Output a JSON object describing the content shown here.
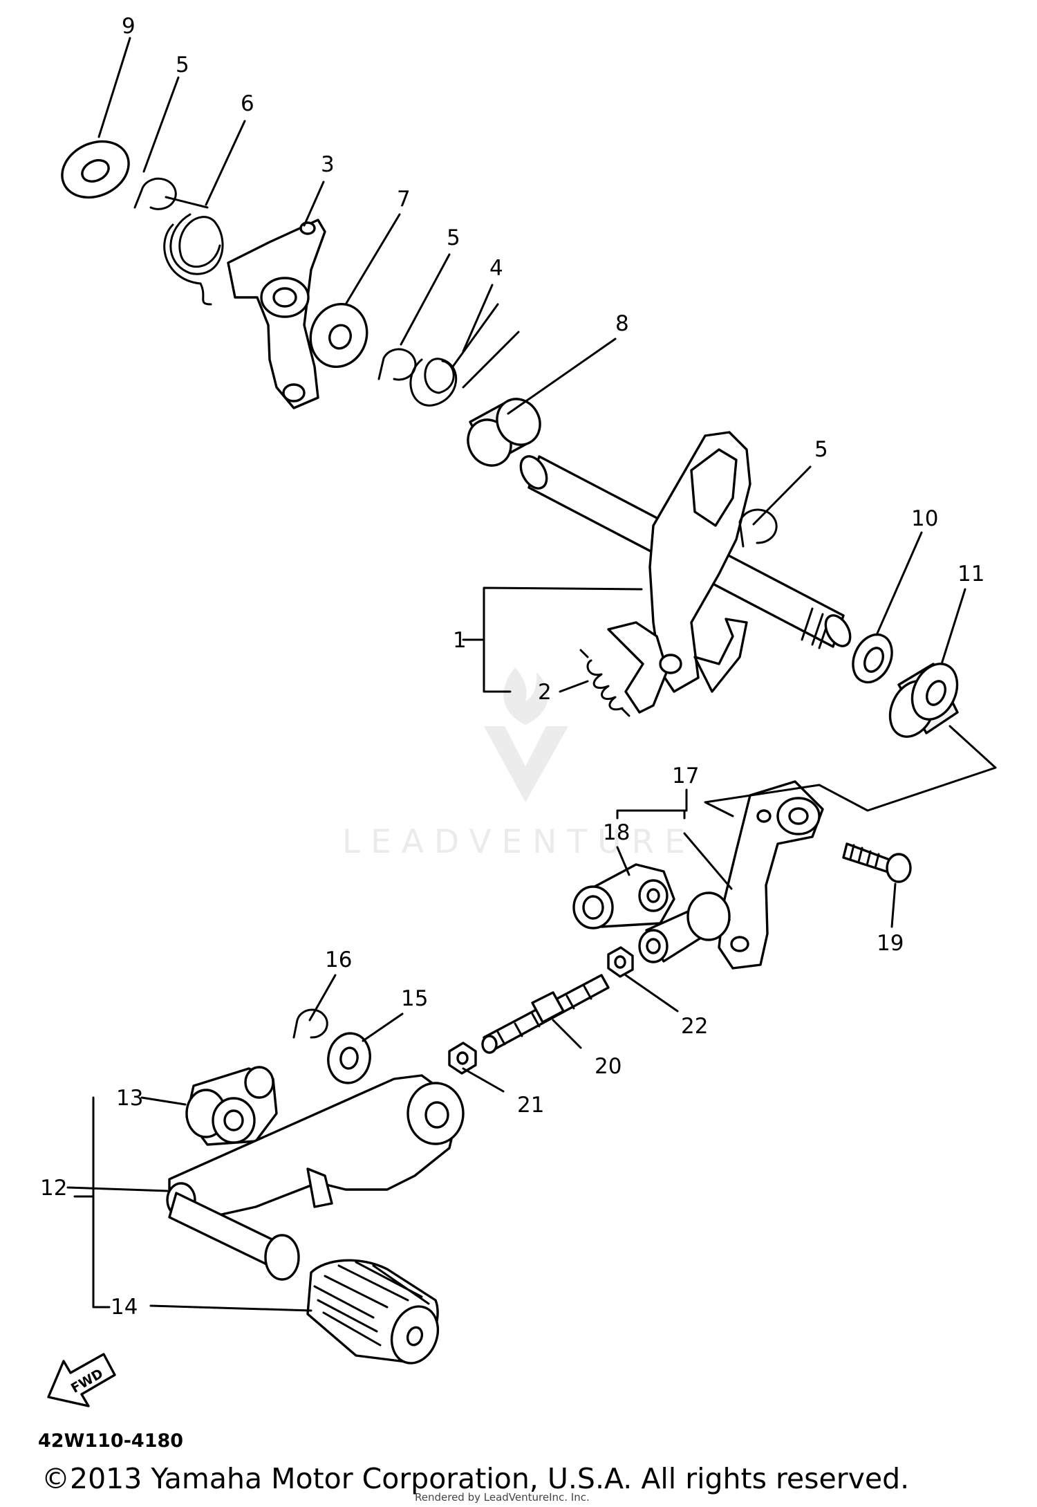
{
  "diagram": {
    "callouts": [
      {
        "id": "c9",
        "label": "9"
      },
      {
        "id": "c5a",
        "label": "5"
      },
      {
        "id": "c6",
        "label": "6"
      },
      {
        "id": "c3",
        "label": "3"
      },
      {
        "id": "c7",
        "label": "7"
      },
      {
        "id": "c5b",
        "label": "5"
      },
      {
        "id": "c4",
        "label": "4"
      },
      {
        "id": "c8",
        "label": "8"
      },
      {
        "id": "c5c",
        "label": "5"
      },
      {
        "id": "c10",
        "label": "10"
      },
      {
        "id": "c11",
        "label": "11"
      },
      {
        "id": "c1",
        "label": "1"
      },
      {
        "id": "c2",
        "label": "2"
      },
      {
        "id": "c17",
        "label": "17"
      },
      {
        "id": "c18",
        "label": "18"
      },
      {
        "id": "c19",
        "label": "19"
      },
      {
        "id": "c16",
        "label": "16"
      },
      {
        "id": "c15",
        "label": "15"
      },
      {
        "id": "c22",
        "label": "22"
      },
      {
        "id": "c20",
        "label": "20"
      },
      {
        "id": "c21",
        "label": "21"
      },
      {
        "id": "c13",
        "label": "13"
      },
      {
        "id": "c12",
        "label": "12"
      },
      {
        "id": "c14",
        "label": "14"
      }
    ],
    "fwd_label": "FWD",
    "diagram_code": "42W110-4180",
    "watermark_text": "LEADVENTURE",
    "copyright": "©2013 Yamaha Motor Corporation, U.S.A. All rights reserved.",
    "render_credit": "Rendered by LeadVentureInc. Inc."
  }
}
